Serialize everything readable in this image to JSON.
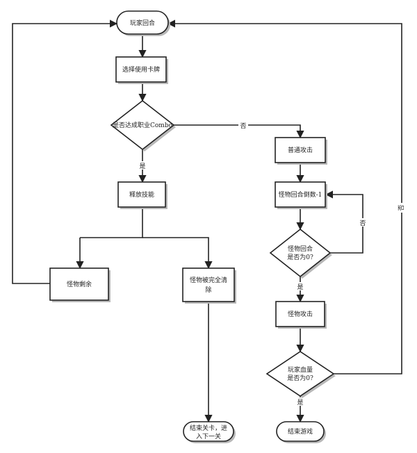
{
  "diagram": {
    "nodes": {
      "player_turn": "玩家回合",
      "choose_card": "选择使用卡牌",
      "combo_check": "是否达成职业Combo",
      "release_skill": "释放技能",
      "monster_remain": "怪物剩余",
      "monster_cleared_line1": "怪物被完全清",
      "monster_cleared_line2": "除",
      "end_level_line1": "结束关卡，进",
      "end_level_line2": "入下一关",
      "normal_attack": "普通攻击",
      "countdown": "怪物回合倒数-1",
      "monster_turn_q_line1": "怪物回合",
      "monster_turn_q_line2": "是否为0?",
      "monster_attack": "怪物攻击",
      "hp_q_line1": "玩家血量",
      "hp_q_line2": "是否为0?",
      "game_over": "结束游戏"
    },
    "edges": {
      "combo_no": "否",
      "combo_yes": "是",
      "turn_no": "否",
      "turn_yes": "是",
      "hp_yes": "是",
      "hp_no": "否"
    }
  }
}
